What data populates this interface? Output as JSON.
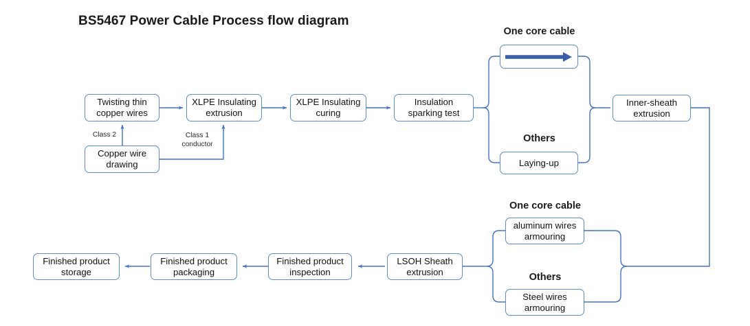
{
  "title": "BS5467 Power Cable Process flow diagram",
  "colors": {
    "box_border": "#5b8cc8",
    "connector": "#4472c4",
    "thick_arrow": "#3b5ea8",
    "text": "#111111",
    "background": "#ffffff"
  },
  "nodes": {
    "twisting": "Twisting thin copper wires",
    "xlpe_extrusion": "XLPE Insulating extrusion",
    "xlpe_curing": "XLPE Insulating curing",
    "sparking": "Insulation sparking test",
    "copper_drawing": "Copper wire drawing",
    "passthrough_one_core": "",
    "laying_up": "Laying-up",
    "inner_sheath": "Inner-sheath extrusion",
    "aluminum_armouring": "aluminum wires armouring",
    "steel_armouring": "Steel wires armouring",
    "lsoh_sheath": "LSOH Sheath extrusion",
    "inspection": "Finished product inspection",
    "packaging": "Finished product packaging",
    "storage": "Finished product storage"
  },
  "group_labels": {
    "branch1_one_core": "One core cable",
    "branch1_others": "Others",
    "branch2_one_core": "One core cable",
    "branch2_others": "Others"
  },
  "edge_labels": {
    "class2": "Class 2",
    "class1_conductor": "Class 1 conductor"
  }
}
